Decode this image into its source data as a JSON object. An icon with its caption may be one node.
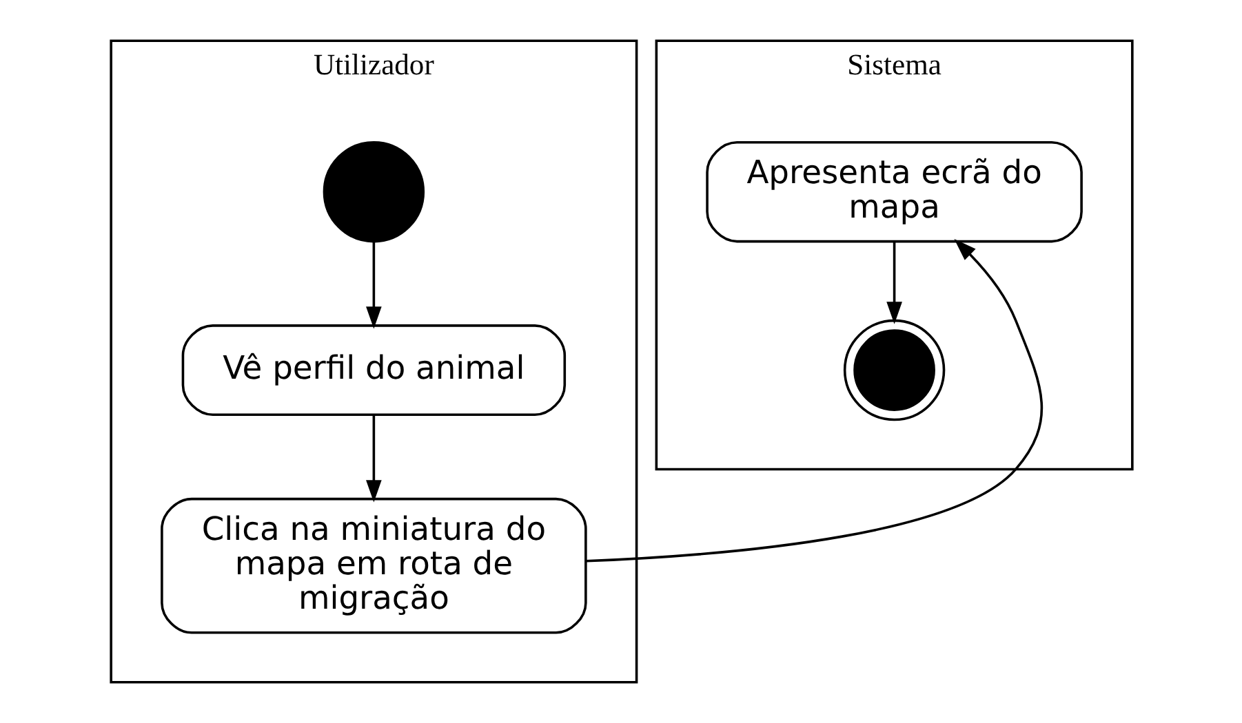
{
  "diagram": {
    "nodes": [
      {
        "text": [
          "Utilizador"
        ]
      },
      {
        "text": [
          "Sistema"
        ]
      },
      {
        "text": [],
        "shape": "circle",
        "in": 0
      },
      {
        "text": [
          "Vê perfil do animal"
        ],
        "in": 0
      },
      {
        "text": [
          "Clica na miniatura do mapa em rota de migração"
        ],
        "in": 0
      },
      {
        "text": [
          "Apresenta ecrã do mapa"
        ],
        "in": 1
      },
      {
        "text": [],
        "shape": "circle",
        "in": 1
      }
    ],
    "edges": [
      {
        "from": 2,
        "to": 3,
        "arrow": "to"
      },
      {
        "from": 3,
        "to": 4,
        "arrow": "to"
      },
      {
        "from": 4,
        "to": 5,
        "arrow": "to"
      },
      {
        "from": 5,
        "to": 6,
        "arrow": "to"
      }
    ]
  }
}
